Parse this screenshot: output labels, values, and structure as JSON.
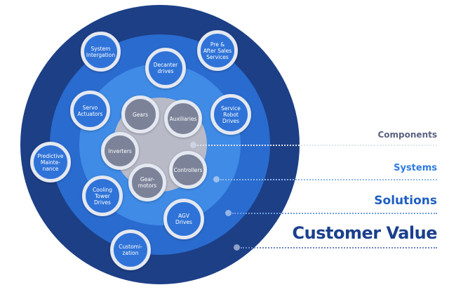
{
  "layers": [
    {
      "id": "components",
      "label": "Components",
      "color": "#5b6280"
    },
    {
      "id": "systems",
      "label": "Systems",
      "color": "#2f7be0"
    },
    {
      "id": "solutions",
      "label": "Solutions",
      "color": "#1e5fc2"
    },
    {
      "id": "customer_value",
      "label": "Customer Value",
      "color": "#1a3f8c"
    }
  ],
  "ring_colors": {
    "customer_value": "#1d3f86",
    "solutions": "#2a6bcf",
    "systems": "#3f8be6",
    "components": "#b9bac8"
  },
  "bubbles": {
    "system_integration": "System\nIntergation",
    "pre_after_sales": "Pre &\nAfter Sales\nServices",
    "decanter_drives": "Decanter\ndrives",
    "servo_actuators": "Servo\nActuators",
    "gears": "Gears",
    "auxiliaries": "Auxiliaries",
    "service_robot_drives": "Service\nRobot\nDrives",
    "inverters": "Inverters",
    "predictive_maintenance": "Predictive\nMainte-\nnance",
    "controllers": "Controllers",
    "gear_motors": "Gear-\nmotors",
    "cooling_tower_drives": "Cooling\nTower\nDrives",
    "agv_drives": "AGV\nDrives",
    "customization": "Customi-\nzation"
  }
}
